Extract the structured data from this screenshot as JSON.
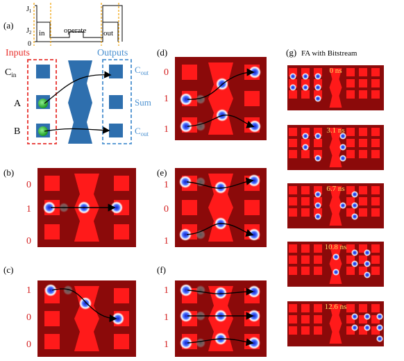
{
  "panels": {
    "a": "(a)",
    "b": "(b)",
    "c": "(c)",
    "d": "(d)",
    "e": "(e)",
    "f": "(f)",
    "g": "(g)"
  },
  "timing": {
    "j1": "J",
    "j1_sub": "1",
    "j2": "J",
    "j2_sub": "2",
    "zero": "0",
    "in": "in",
    "operate": "operate",
    "out": "out"
  },
  "schematic": {
    "inputs_title": "Inputs",
    "outputs_title": "Outputs",
    "cin": "C",
    "cin_sub": "in",
    "a": "A",
    "b": "B",
    "cout_top": "C",
    "cout_top_sub": "out",
    "sum": "Sum",
    "cout_bottom": "C",
    "cout_bottom_sub": "out"
  },
  "cases": {
    "b": [
      "0",
      "1",
      "0"
    ],
    "c": [
      "1",
      "0",
      "0"
    ],
    "d": [
      "0",
      "1",
      "1"
    ],
    "e": [
      "1",
      "0",
      "1"
    ],
    "f": [
      "1",
      "1",
      "1"
    ]
  },
  "bitstream": {
    "title": "FA with Bitstream",
    "frames": [
      "0 ns",
      "3.1 ns",
      "6.7 ns",
      "10.8 ns",
      "12.6 ns"
    ]
  },
  "colors": {
    "sim_background": "#8b0a0a",
    "sim_pad": "#ff1a1a",
    "schematic_blue": "#2e6fae",
    "inputs_red": "#e8322e",
    "outputs_blue": "#4a90d0",
    "skyrmion_green": "#1faa2a",
    "bit_label_red": "#d42020",
    "time_label_yellow": "#ffe060",
    "clock_dash_orange": "#f0a000"
  }
}
